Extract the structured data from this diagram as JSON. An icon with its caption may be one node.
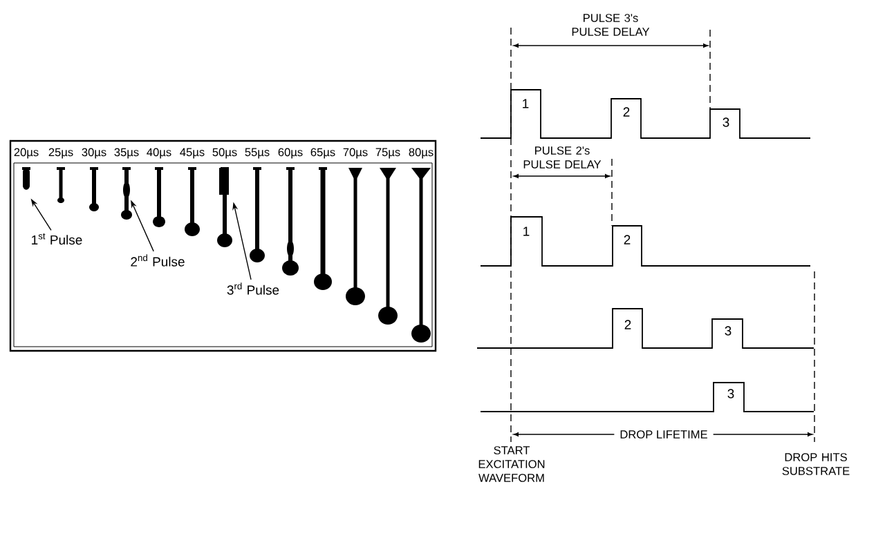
{
  "diagram": {
    "nodes": [
      {
        "text": [
          "1$^{st}$ Pulse"
        ]
      },
      {
        "text": [
          "2$^{nd}$ Pulse"
        ]
      },
      {
        "text": [
          "3$^{rd}$ Pulse"
        ]
      },
      {
        "text": [],
        "shape": "drop",
        "beside": [
          "20µs"
        ]
      },
      {
        "text": [],
        "shape": "drop",
        "beside": [
          "35µs"
        ]
      },
      {
        "text": [],
        "shape": "drop",
        "beside": [
          "50µs"
        ]
      }
    ],
    "edges": [
      {
        "from": 0,
        "to": 3,
        "arrow": "to"
      },
      {
        "from": 1,
        "to": 4,
        "arrow": "to"
      },
      {
        "from": 2,
        "to": 5,
        "arrow": "to"
      }
    ],
    "labels": [
      "25µs",
      "30µs",
      "40µs",
      "45µs",
      "55µs",
      "60µs",
      "65µs",
      "70µs",
      "75µs",
      "80µs",
      "PULSE 3's PULSE DELAY",
      "1",
      "2",
      "3",
      "PULSE 2's PULSE DELAY",
      "1",
      "2",
      "2",
      "3",
      "3",
      "DROP LIFETIME",
      "START EXCITATION WAVEFORM",
      "DROP HITS SUBSTRATE"
    ]
  }
}
